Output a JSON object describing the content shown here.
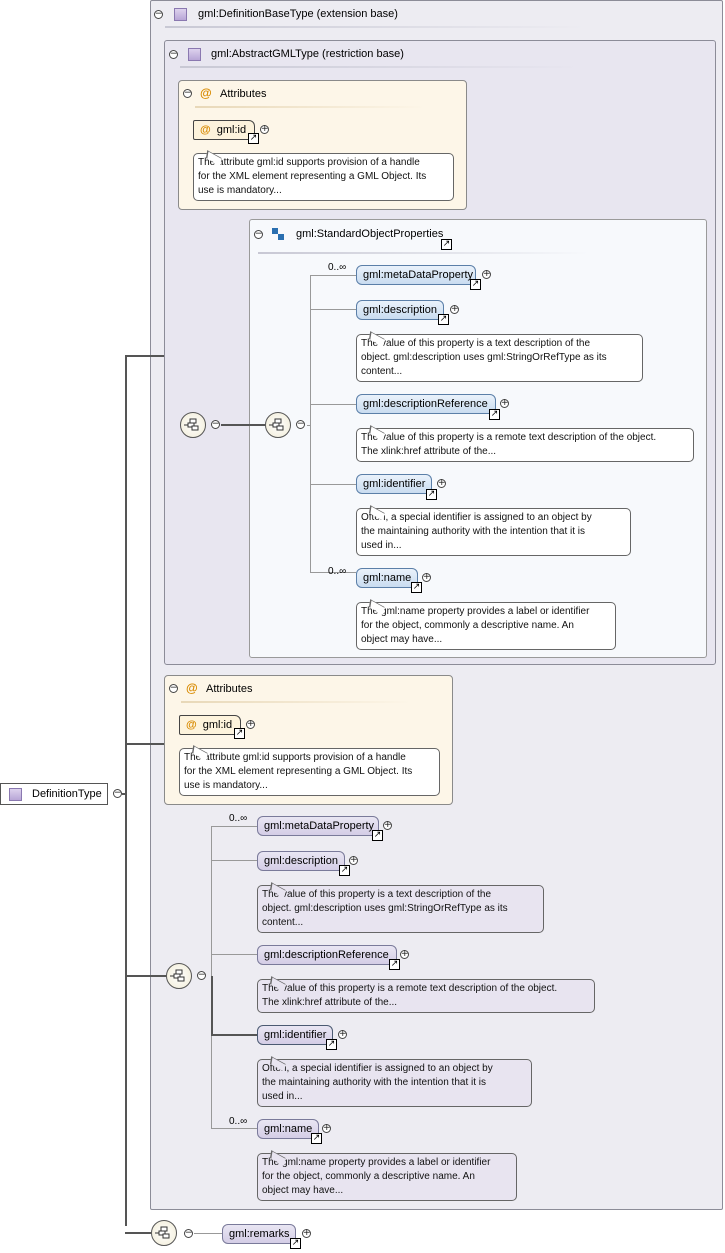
{
  "root": {
    "name": "DefinitionType"
  },
  "base": {
    "title": "gml:DefinitionBaseType (extension base)"
  },
  "inner_base": {
    "title": "gml:AbstractGMLType (restriction base)"
  },
  "attributes_title": "Attributes",
  "attr_id": {
    "name": "gml:id",
    "doc": [
      "The attribute gml:id supports provision of a handle",
      "for the XML element representing a GML Object. Its",
      "use is mandatory..."
    ]
  },
  "group": {
    "title": "gml:StandardObjectProperties"
  },
  "elements": [
    {
      "name": "gml:metaDataProperty",
      "card": "0..∞",
      "doc": []
    },
    {
      "name": "gml:description",
      "card": "",
      "doc": [
        "The value of this property is a text description of the",
        "object. gml:description uses gml:StringOrRefType as its",
        "content..."
      ]
    },
    {
      "name": "gml:descriptionReference",
      "card": "",
      "doc": [
        "The value of this property is a remote text description of the object.",
        "The xlink:href attribute of the..."
      ]
    },
    {
      "name": "gml:identifier",
      "card": "",
      "doc": [
        "Often, a special identifier is assigned to an object by",
        "the maintaining authority with the intention that it is",
        "used in..."
      ]
    },
    {
      "name": "gml:name",
      "card": "0..∞",
      "doc": [
        "The gml:name property provides a label or identifier",
        "for the object, commonly a descriptive name. An",
        "object may have..."
      ]
    }
  ],
  "remarks": {
    "name": "gml:remarks"
  },
  "icons": {
    "collapse": "collapse-icon",
    "expand": "expand-icon",
    "link": "link-arrow-icon",
    "attribute": "at-sign-icon",
    "complex_type": "complex-type-icon",
    "sequence": "sequence-compositor-icon",
    "group": "group-icon"
  },
  "glyphs": {
    "minus": "−",
    "plus": "+",
    "at": "@",
    "arrow": "↗"
  },
  "colors": {
    "attr_bg": "#fdf6e8",
    "element_bg": "#c9dcf0",
    "type_bg": "#edecf2",
    "doc_bg": "#e8e4f0"
  }
}
